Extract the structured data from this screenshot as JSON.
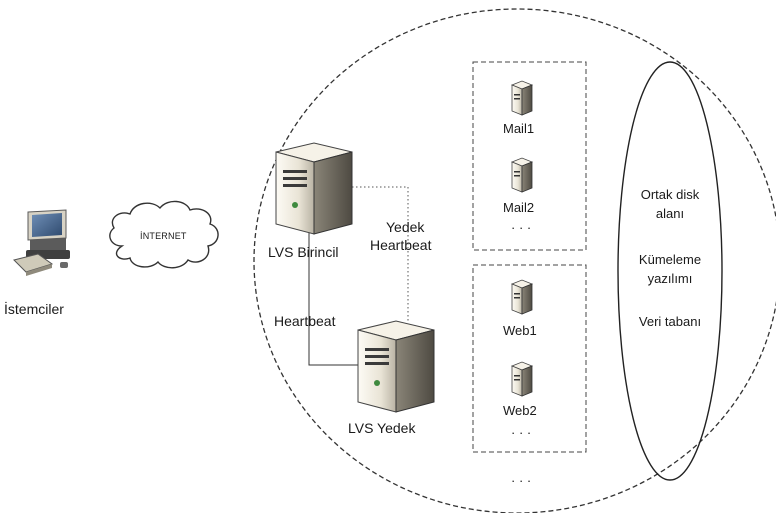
{
  "clients": {
    "label": "İstemciler"
  },
  "internet": {
    "label": "İNTERNET"
  },
  "lvs": {
    "primary_label": "LVS Birincil",
    "backup_label": "LVS Yedek",
    "heartbeat_label": "Heartbeat",
    "backup_heartbeat_line1": "Yedek",
    "backup_heartbeat_line2": "Heartbeat"
  },
  "mail_group": {
    "servers": [
      "Mail1",
      "Mail2"
    ],
    "more": "· · ·"
  },
  "web_group": {
    "servers": [
      "Web1",
      "Web2"
    ],
    "more": "· · ·"
  },
  "more_groups": "· · ·",
  "shared": {
    "items": [
      "Ortak disk",
      "alanı",
      "Kümeleme",
      "yazılımı",
      "Veri tabanı"
    ]
  },
  "colors": {
    "line": "#333333",
    "server_light": "#f4f0e6",
    "server_dark": "#6e6a60"
  }
}
